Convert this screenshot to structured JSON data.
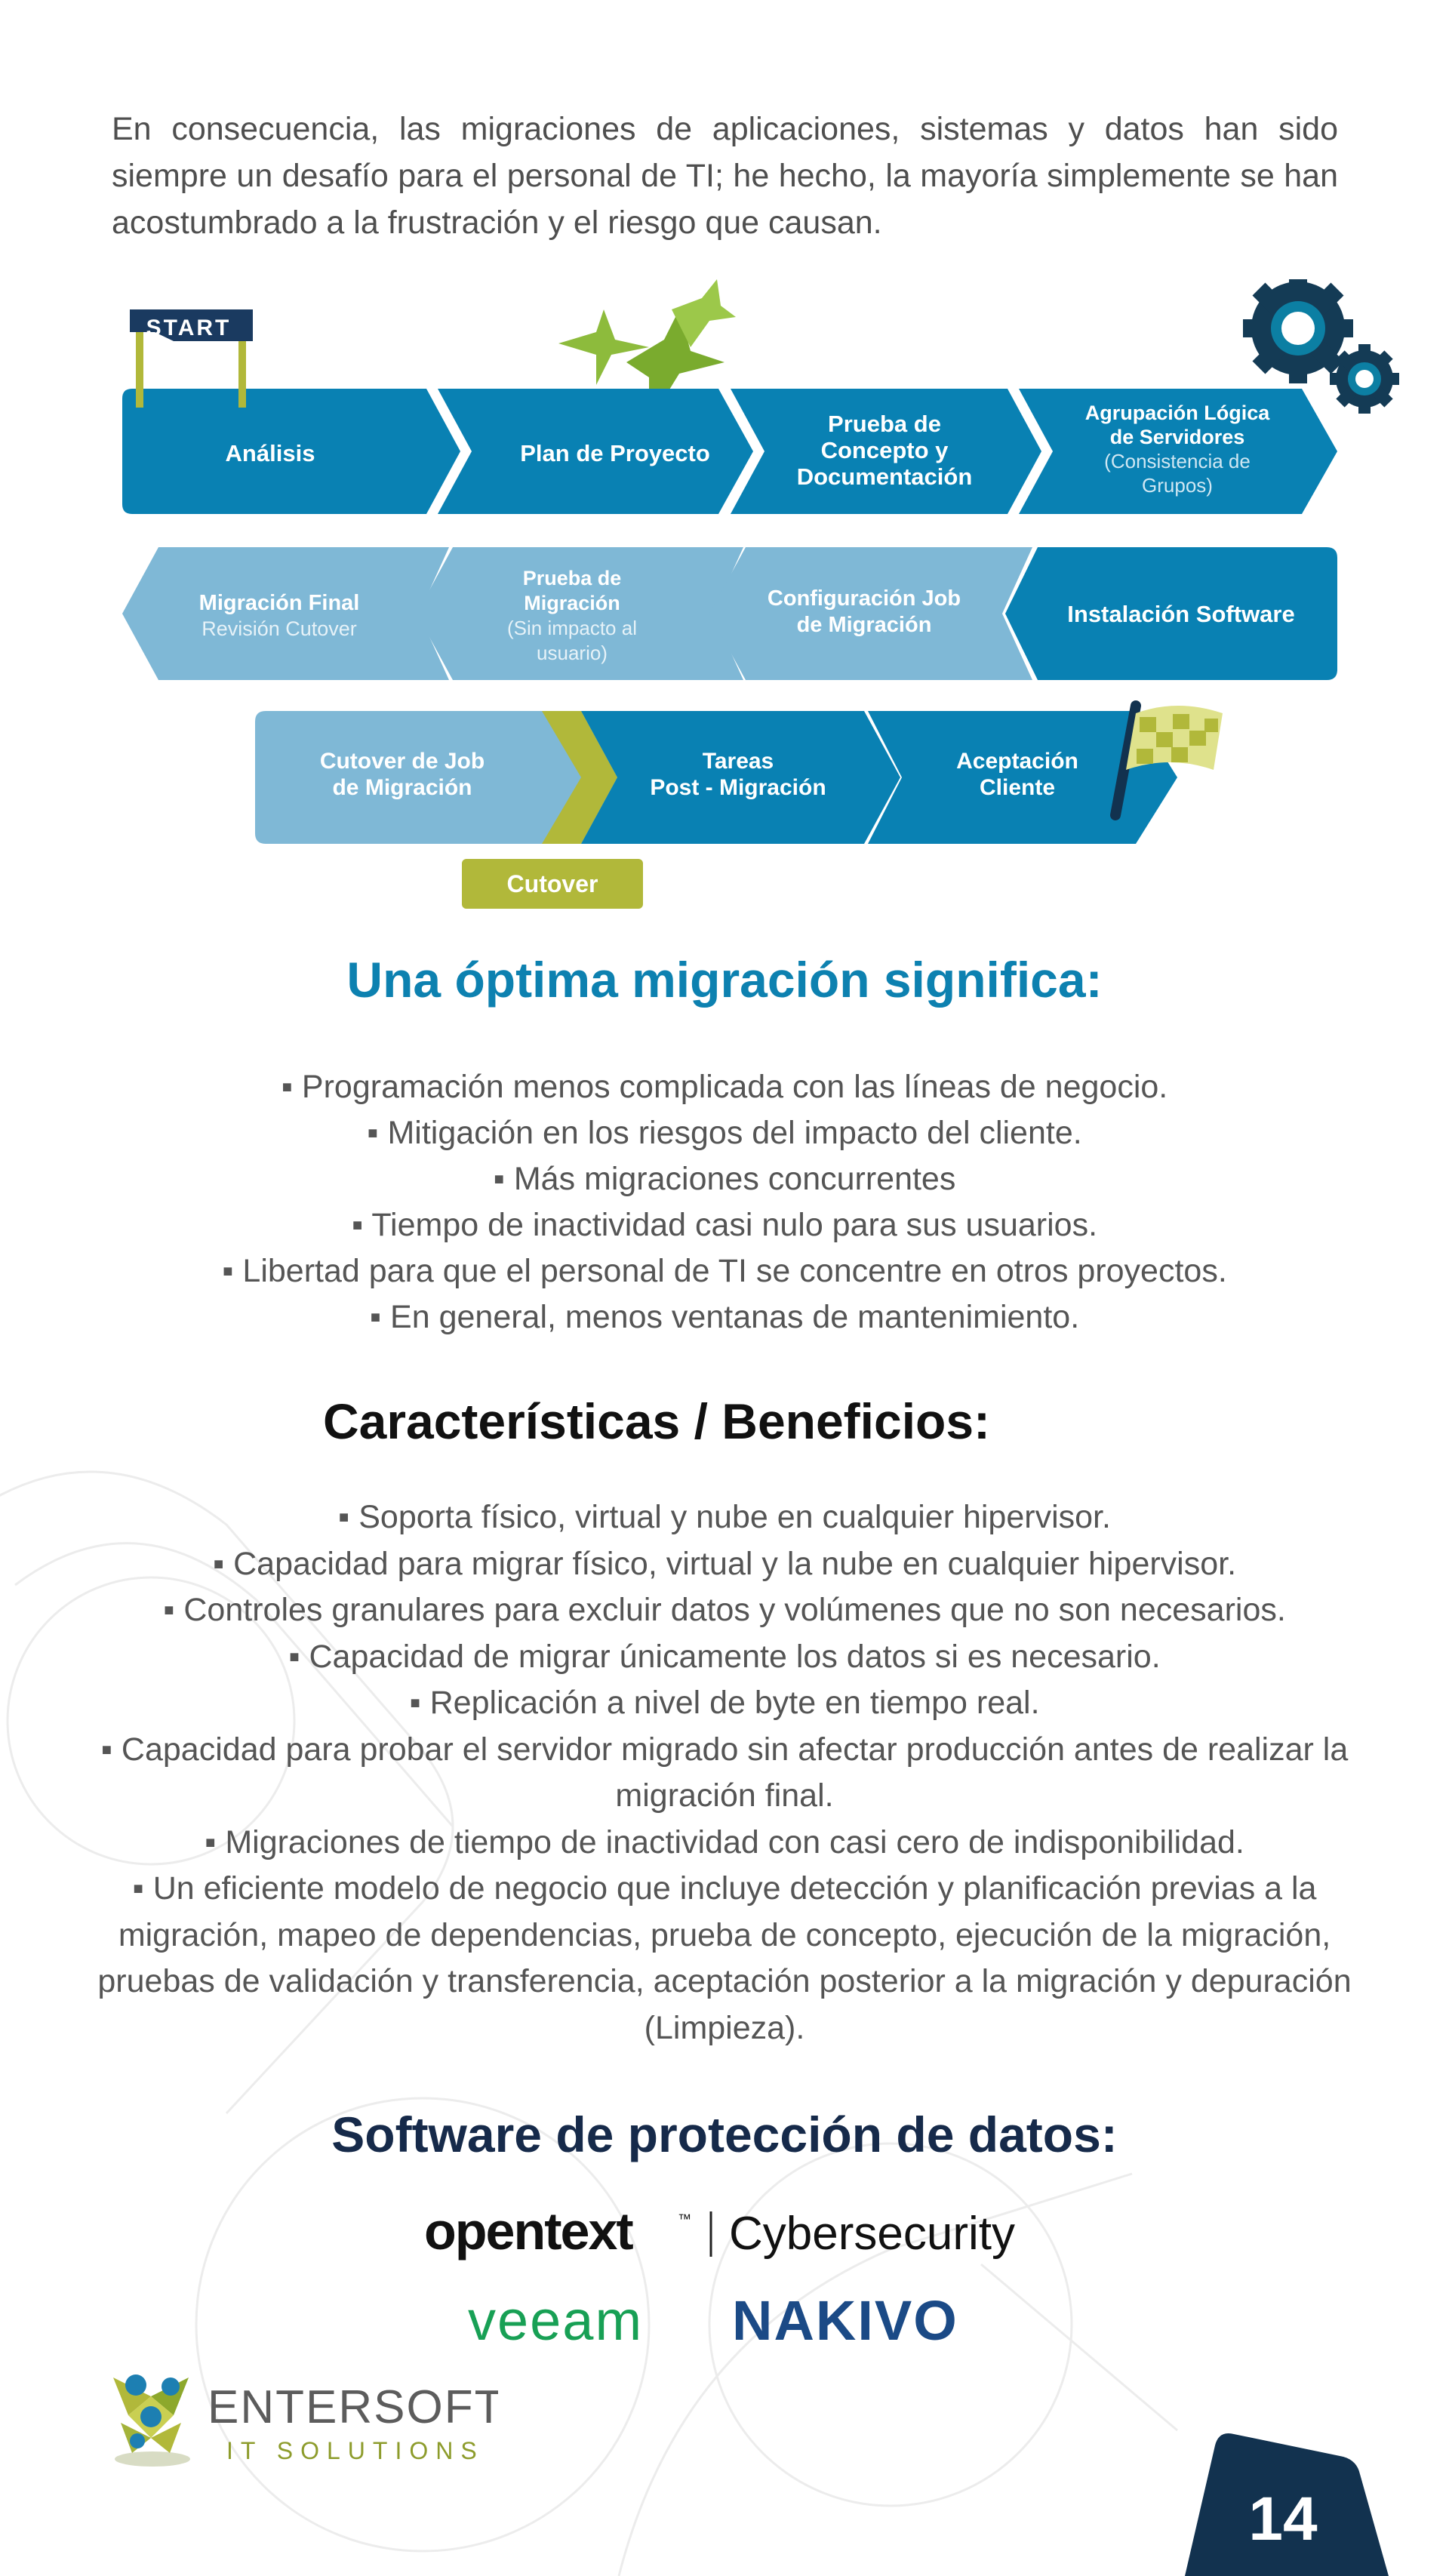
{
  "intro_text": "En consecuencia, las migraciones de aplicaciones, sistemas y datos han sido siempre un desafío para el personal de TI; he hecho, la mayoría simplemente se han acostumbrado a la frustración y el riesgo que causan.",
  "diagram": {
    "start_sign": "START",
    "row1": {
      "analisis": "Análisis",
      "plan": "Plan de Proyecto",
      "prueba_line1": "Prueba de",
      "prueba_line2": "Concepto y",
      "prueba_line3": "Documentación",
      "agrup_line1": "Agrupación Lógica",
      "agrup_line2": "de Servidores",
      "agrup_line3": "(Consistencia de",
      "agrup_line4": "Grupos)"
    },
    "row2": {
      "final_line1": "Migración Final",
      "final_line2": "Revisión Cutover",
      "prueba_line1": "Prueba de",
      "prueba_line2": "Migración",
      "prueba_line3": "(Sin impacto al",
      "prueba_line4": "usuario)",
      "config_line1": "Configuración Job",
      "config_line2": "de Migración",
      "instalacion": "Instalación Software"
    },
    "row3": {
      "cutover_line1": "Cutover de Job",
      "cutover_line2": "de Migración",
      "tareas_line1": "Tareas",
      "tareas_line2": "Post - Migración",
      "acept_line1": "Aceptación",
      "acept_line2": "Cliente"
    },
    "cutover_label": "Cutover",
    "colors": {
      "dark_blue": "#0981b3",
      "light_blue": "#7fb8d6",
      "olive": "#b1b83a",
      "navy": "#12324f"
    }
  },
  "section1": {
    "title": "Una óptima migración significa:",
    "items": [
      "▪ Programación menos complicada con las líneas de negocio.",
      "▪ Mitigación en los riesgos del impacto del cliente.",
      "▪ Más migraciones concurrentes",
      "▪ Tiempo de inactividad casi nulo para sus usuarios.",
      "▪ Libertad para que el personal de TI se concentre en otros proyectos.",
      "▪ En general, menos ventanas de mantenimiento."
    ]
  },
  "section2": {
    "title": "Características / Beneficios:",
    "items": [
      "▪ Soporta físico, virtual y nube en cualquier hipervisor.",
      "▪ Capacidad para migrar físico, virtual y la nube en cualquier hipervisor.",
      "▪ Controles granulares para excluir datos y volúmenes que no son necesarios.",
      "▪ Capacidad de migrar únicamente los datos si es necesario.",
      "▪ Replicación a nivel de byte en tiempo real.",
      "▪ Capacidad para probar el servidor migrado sin afectar producción antes de realizar la migración final.",
      "▪ Migraciones de tiempo de inactividad con casi cero de indisponibilidad.",
      "▪ Un eficiente modelo de negocio que incluye detección y planificación previas a la migración, mapeo de dependencias, prueba de concepto, ejecución de la migración, pruebas de validación y transferencia, aceptación posterior a la migración y depuración (Limpieza)."
    ]
  },
  "section3": {
    "title": "Software de protección de datos:",
    "opentext": "opentext",
    "tm": "™",
    "cybersecurity": "Cybersecurity",
    "veeam": "veeam",
    "nakivo": "NAKIVO"
  },
  "brand": {
    "name": "ENTERSOFT",
    "sub": "IT SOLUTIONS"
  },
  "page_number": "14"
}
